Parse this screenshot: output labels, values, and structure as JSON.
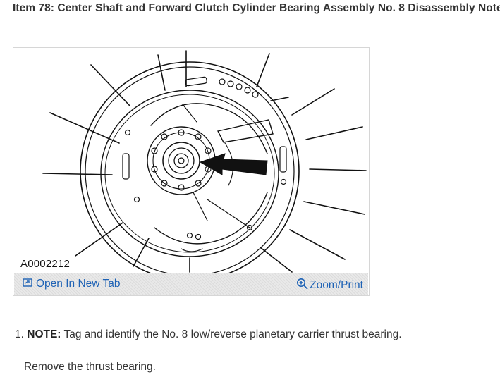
{
  "page_title": "Item 78: Center Shaft and Forward Clutch Cylinder Bearing Assembly No. 8 Disassembly Note",
  "figure": {
    "code": "A0002212",
    "open_label": "Open In New Tab",
    "zoom_label": "Zoom/Print",
    "open_icon": "external-link-icon",
    "zoom_icon": "magnifier-plus-icon",
    "link_color": "#1e62b5"
  },
  "steps": [
    {
      "number": "1.",
      "note_label": "NOTE:",
      "note_text": "Tag and identify the No. 8 low/reverse planetary carrier thrust bearing.",
      "instruction": "Remove the thrust bearing."
    }
  ]
}
